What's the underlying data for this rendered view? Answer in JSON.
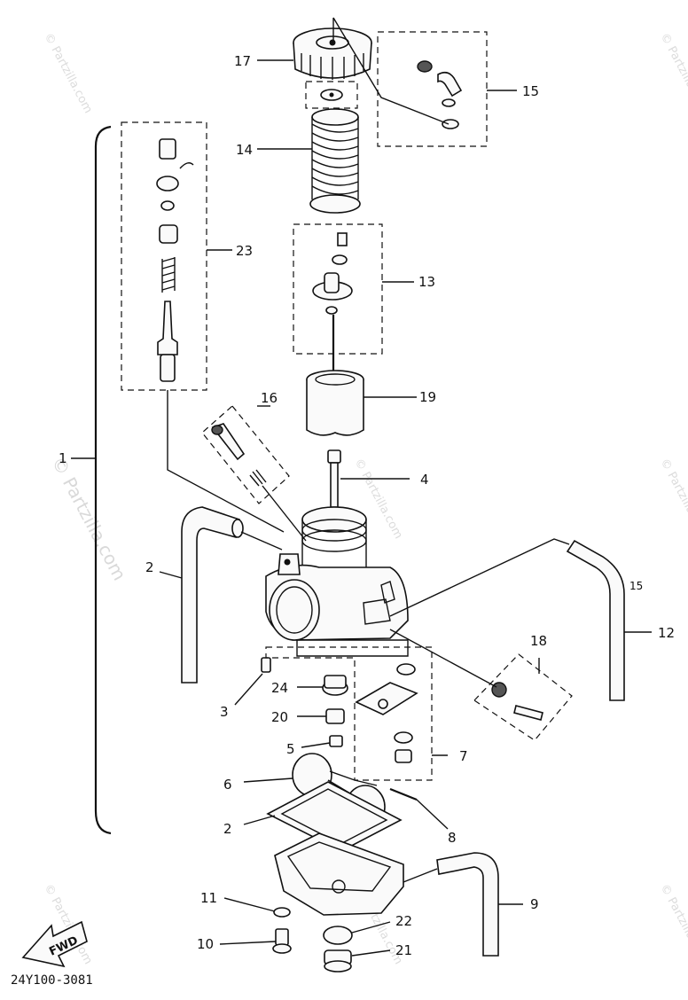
{
  "diagram": {
    "callouts": [
      {
        "id": "1",
        "text": "1"
      },
      {
        "id": "2",
        "text": "2"
      },
      {
        "id": "2b",
        "text": "2"
      },
      {
        "id": "3",
        "text": "3"
      },
      {
        "id": "4",
        "text": "4"
      },
      {
        "id": "5",
        "text": "5"
      },
      {
        "id": "6",
        "text": "6"
      },
      {
        "id": "7",
        "text": "7"
      },
      {
        "id": "8",
        "text": "8"
      },
      {
        "id": "9",
        "text": "9"
      },
      {
        "id": "10",
        "text": "10"
      },
      {
        "id": "11",
        "text": "11"
      },
      {
        "id": "12",
        "text": "12"
      },
      {
        "id": "13",
        "text": "13"
      },
      {
        "id": "14",
        "text": "14"
      },
      {
        "id": "15",
        "text": "15"
      },
      {
        "id": "15b",
        "text": "15"
      },
      {
        "id": "16",
        "text": "16"
      },
      {
        "id": "17",
        "text": "17"
      },
      {
        "id": "18",
        "text": "18"
      },
      {
        "id": "19",
        "text": "19"
      },
      {
        "id": "20",
        "text": "20"
      },
      {
        "id": "21",
        "text": "21"
      },
      {
        "id": "22",
        "text": "22"
      },
      {
        "id": "23",
        "text": "23"
      },
      {
        "id": "24",
        "text": "24"
      }
    ],
    "direction_marker": "FWD",
    "diagram_code": "24Y100-3081",
    "watermark": "© Partzilla.com",
    "colors": {
      "ink": "#111111",
      "watermark": "#d9d9d9",
      "background": "#ffffff"
    }
  }
}
